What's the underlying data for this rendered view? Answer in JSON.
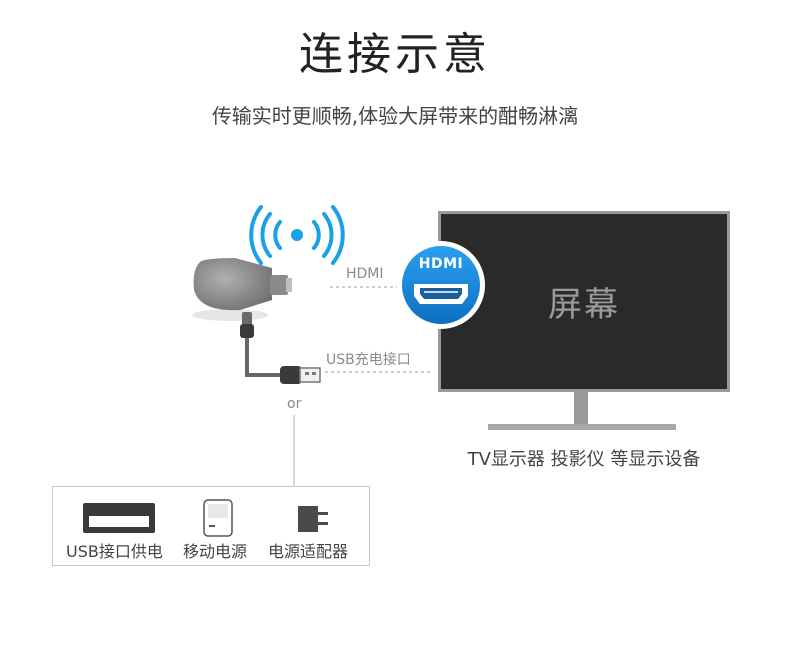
{
  "title": "连接示意",
  "subtitle": "传输实时更顺畅,体验大屏带来的酣畅淋漓",
  "connections": {
    "hdmi_label": "HDMI",
    "usb_label": "USB充电接口",
    "or_label": "or"
  },
  "hdmi_badge": "HDMI",
  "tv": {
    "screen_text": "屏幕",
    "caption": "TV显示器 投影仪 等显示设备"
  },
  "power_options": [
    {
      "label": "USB接口供电",
      "icon": "usb-port-icon"
    },
    {
      "label": "移动电源",
      "icon": "power-bank-icon"
    },
    {
      "label": "电源适配器",
      "icon": "power-adapter-icon"
    }
  ],
  "colors": {
    "accent_blue": "#1e8fe0",
    "wifi_blue": "#1aa0e6",
    "tv_black": "#2a2a2a",
    "tv_stand": "#9a9a9a"
  }
}
